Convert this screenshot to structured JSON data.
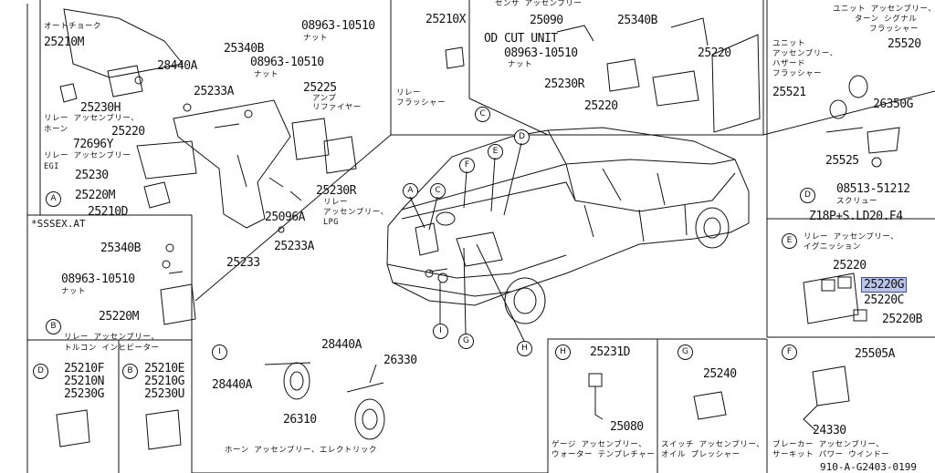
{
  "panel_a": {
    "p25210M": "25210M",
    "jp_auto_choke": "オートチョーク",
    "p28440A": "28440A",
    "p25230H": "25230H",
    "jp_relay_horn_1": "リレー アッセンブリー、",
    "jp_relay_horn_2": "ホーン",
    "p72696Y": "72696Y",
    "jp_relay_egi_1": "リレー アッセンブリー",
    "jp_relay_egi_2": "EGI",
    "p25220": "25220",
    "p25230": "25230",
    "p25220M": "25220M",
    "p25210D": "25210D",
    "p25340B": "25340B",
    "p08963_top": "08963-10510",
    "jp_nut_a": "ナット",
    "p25233A_top": "25233A",
    "p25225": "25225",
    "jp_amp_1": "アンプ",
    "jp_amp_2": "リファイヤー",
    "p08963_nut": "08963-10510",
    "jp_nut_b": "ナット",
    "p25230R": "25230R",
    "jp_relay_lpg_1": "リレー",
    "jp_relay_lpg_2": "アッセンブリー、",
    "jp_relay_lpg_3": "LPG",
    "p25096A": "25096A",
    "p25233A": "25233A",
    "p25233": "25233",
    "ref_a": "A"
  },
  "panel_b": {
    "title": "*SSSEX.AT",
    "p25340B": "25340B",
    "p08963": "08963-10510",
    "jp_nut": "ナット",
    "p25220M": "25220M",
    "ref_b": "B",
    "jp_relay_1": "リレー アッセンブリー、",
    "jp_relay_2": "トルコン インヒビーター"
  },
  "panel_d": {
    "ref_d": "D",
    "p1": "25210F",
    "p2": "25210N",
    "p3": "25230G"
  },
  "panel_b2": {
    "ref_b": "B",
    "p1": "25210E",
    "p2": "25210G",
    "p3": "25230U"
  },
  "panel_i": {
    "ref": "I",
    "p28440A_top": "28440A",
    "p28440A_left": "28440A",
    "p26330": "26330",
    "p26310": "26310",
    "caption": "ホーン アッセンブリー、エレクトリック"
  },
  "panel_c": {
    "p25210X": "25210X",
    "jp_flasher_1": "リレー",
    "jp_flasher_2": "フラッシャー",
    "ref_c": "C",
    "jp_top": "センサ アッセンブリー",
    "p25090": "25090",
    "od_cut": "OD CUT UNIT",
    "p08963": "08963-10510",
    "jp_nut": "ナット",
    "p25340B": "25340B",
    "p25220_right": "25220",
    "p25230R": "25230R",
    "p25220": "25220"
  },
  "panel_hazard": {
    "jp_unit_top_1": "ユニット アッセンブリー、",
    "jp_unit_top_2": "ターン シグナル",
    "jp_unit_top_3": "フラッシャー",
    "p25520": "25520",
    "jp_unit_1": "ユニット",
    "jp_unit_2": "アッセンブリー、",
    "jp_unit_3": "ハザード",
    "jp_unit_4": "フラッシャー",
    "p25521": "25521",
    "p26350G": "26350G",
    "p25525": "25525",
    "p08513": "08513-51212",
    "jp_screw": "スクリュー",
    "ref_d": "D",
    "variant": "Z18P+S.LD20.F4"
  },
  "panel_e": {
    "ref_e": "E",
    "jp_relay_1": "リレー アッセンブリー、",
    "jp_relay_2": "イグニッション",
    "p25220": "25220",
    "p25220G": "25220G",
    "p25220C": "25220C",
    "p25220B": "25220B"
  },
  "panel_h": {
    "ref": "H",
    "p25231D": "25231D",
    "p25080": "25080",
    "jp_1": "ゲージ アッセンブリー、",
    "jp_2": "ウォーター テンプレチャー"
  },
  "panel_g": {
    "ref": "G",
    "p25240": "25240",
    "jp_1": "スイッチ アッセンブリー、",
    "jp_2": "オイル プレッシャー"
  },
  "panel_f": {
    "ref": "F",
    "p25505A": "25505A",
    "p24330": "24330",
    "jp_1": "ブレーカー アッセンブリー、",
    "jp_2": "サーキット パワー ウインドー",
    "code": "910-A-G2403-0199"
  },
  "car": {
    "ref_a": "A",
    "ref_c": "C",
    "ref_f": "F",
    "ref_e": "E",
    "ref_d": "D",
    "ref_i": "I",
    "ref_g": "G",
    "ref_h": "H"
  }
}
